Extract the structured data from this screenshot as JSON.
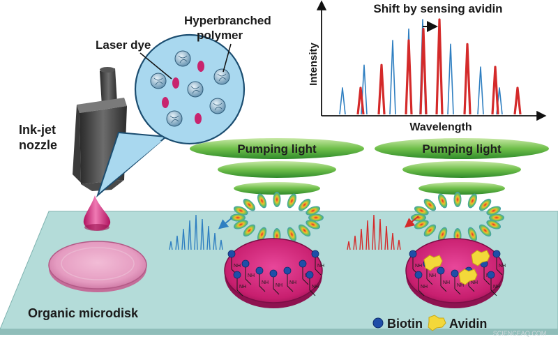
{
  "labels": {
    "laser_dye": "Laser dye",
    "hyperbranched_line1": "Hyperbranched",
    "hyperbranched_line2": "polymer",
    "inkjet_line1": "Ink-jet",
    "inkjet_line2": "nozzle",
    "organic_microdisk": "Organic microdisk",
    "pumping_light_left": "Pumping light",
    "pumping_light_right": "Pumping light",
    "nh": "NH",
    "legend_biotin": "Biotin",
    "legend_avidin": "Avidin",
    "watermark": "SCIENCEAQ.COM"
  },
  "chart_data": {
    "type": "line",
    "title": "Shift by sensing avidin",
    "xlabel": "Wavelength",
    "ylabel": "Intensity",
    "series": [
      {
        "color": "#2f7fc1",
        "peaks": [
          0.28,
          0.52,
          0.78,
          0.9,
          1.0,
          0.74,
          0.5,
          0.28
        ]
      },
      {
        "color": "#d42a2a",
        "peaks": [
          0.28,
          0.52,
          0.78,
          0.9,
          1.0,
          0.74,
          0.5,
          0.28
        ]
      }
    ]
  },
  "colors": {
    "substrate": "#b4dcd9",
    "disk_magenta": "#d5257a",
    "pump_green": "#3fa136",
    "biotin_blue": "#1f4ea8",
    "avidin_yellow": "#f3d83a",
    "bubble_blue": "#a9d8ef"
  }
}
